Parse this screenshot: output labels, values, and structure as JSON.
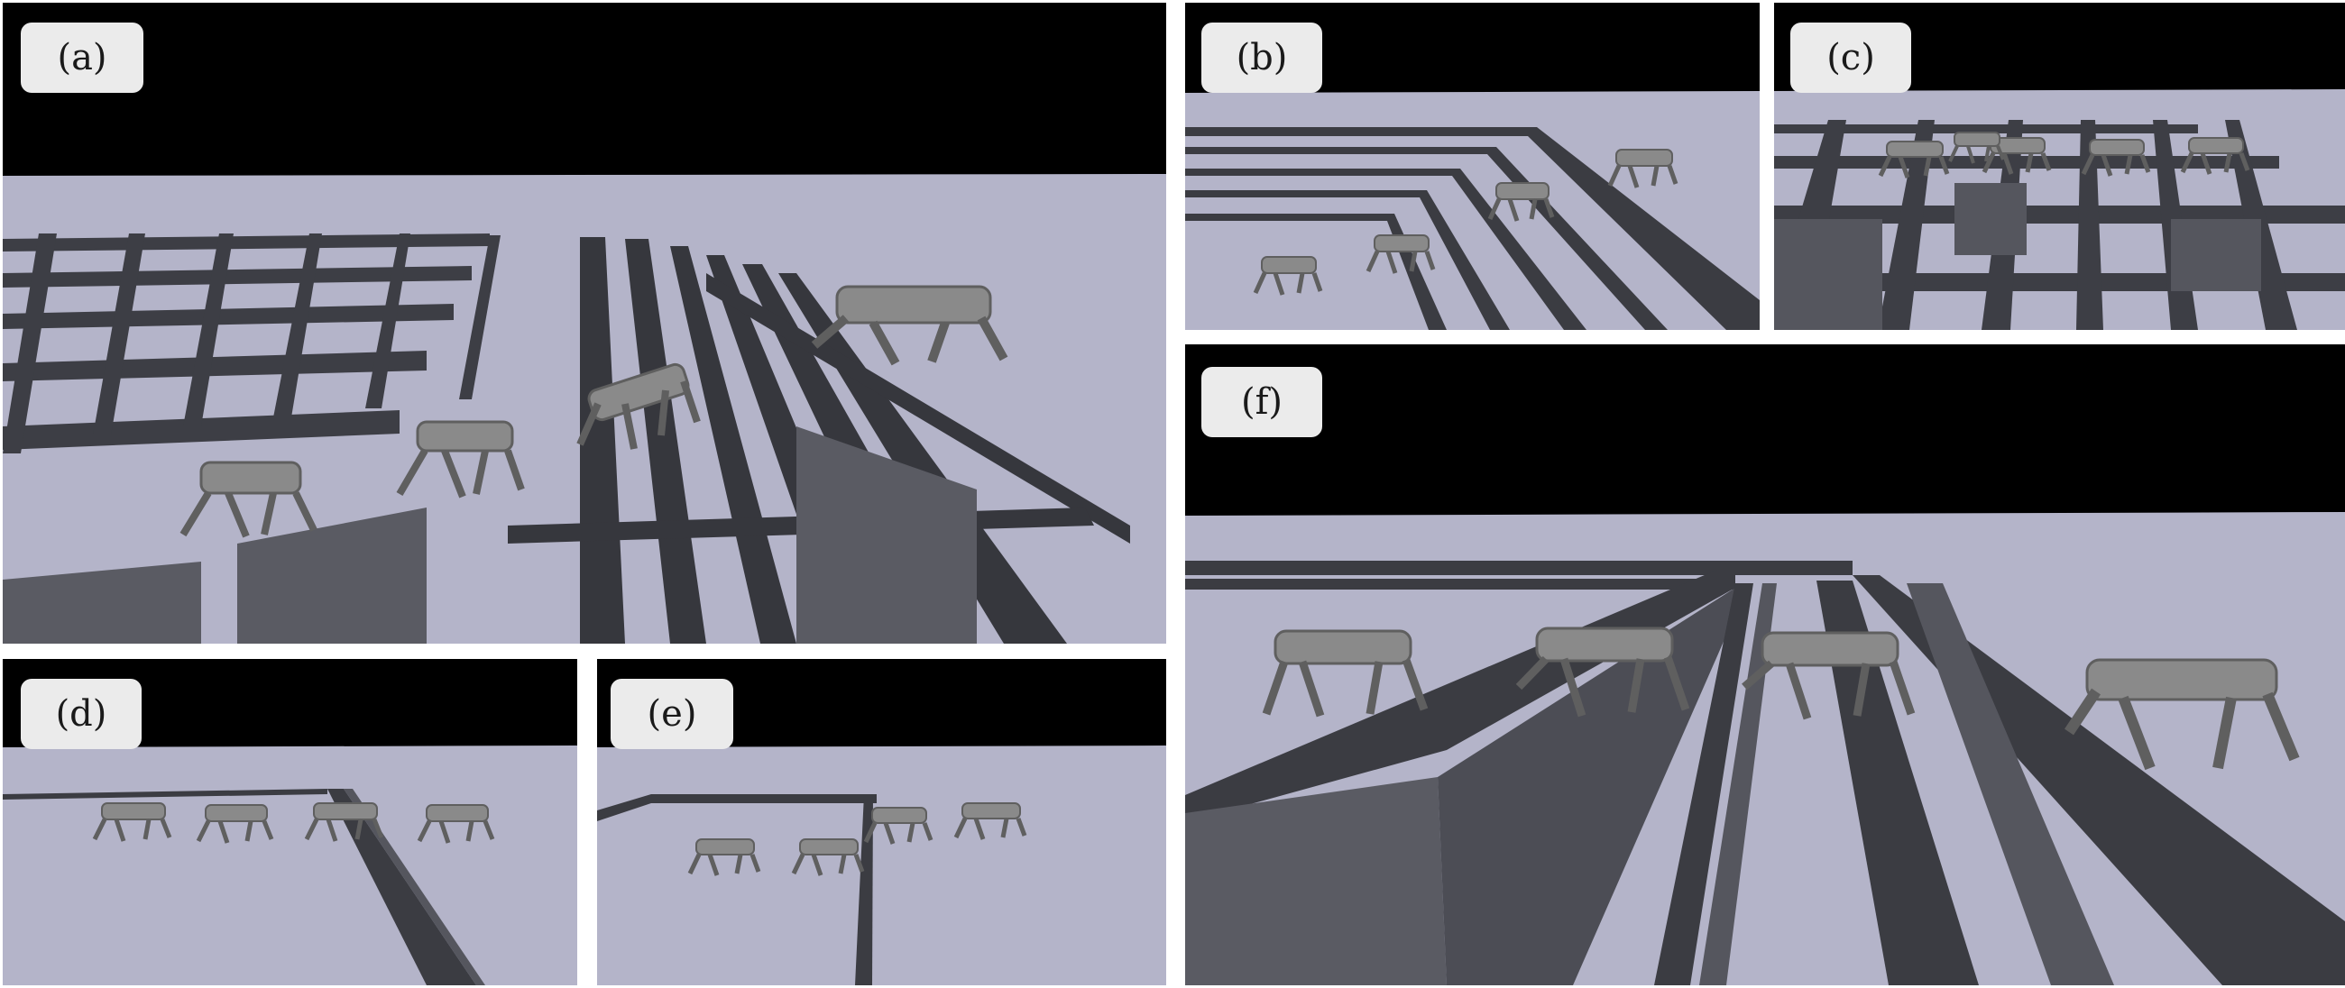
{
  "figure": {
    "panels": [
      {
        "id": "a",
        "label": "(a)",
        "terrain": "grid-boxes-and-gaps",
        "robots": 4
      },
      {
        "id": "b",
        "label": "(b)",
        "terrain": "stepped-gaps",
        "robots": 4
      },
      {
        "id": "c",
        "label": "(c)",
        "terrain": "box-grid",
        "robots": 5
      },
      {
        "id": "d",
        "label": "(d)",
        "terrain": "single-gap",
        "robots": 4
      },
      {
        "id": "e",
        "label": "(e)",
        "terrain": "single-narrow-gap",
        "robots": 4
      },
      {
        "id": "f",
        "label": "(f)",
        "terrain": "parallel-gaps",
        "robots": 4
      }
    ]
  },
  "colors": {
    "sky": "#000000",
    "ground": "#b4b4c9",
    "shadow": "#3b3c42",
    "wall": "#4c4d55",
    "robot": "#8a8a8a",
    "label_bg": "#ebebeb",
    "label_text": "#1a1a1a"
  }
}
